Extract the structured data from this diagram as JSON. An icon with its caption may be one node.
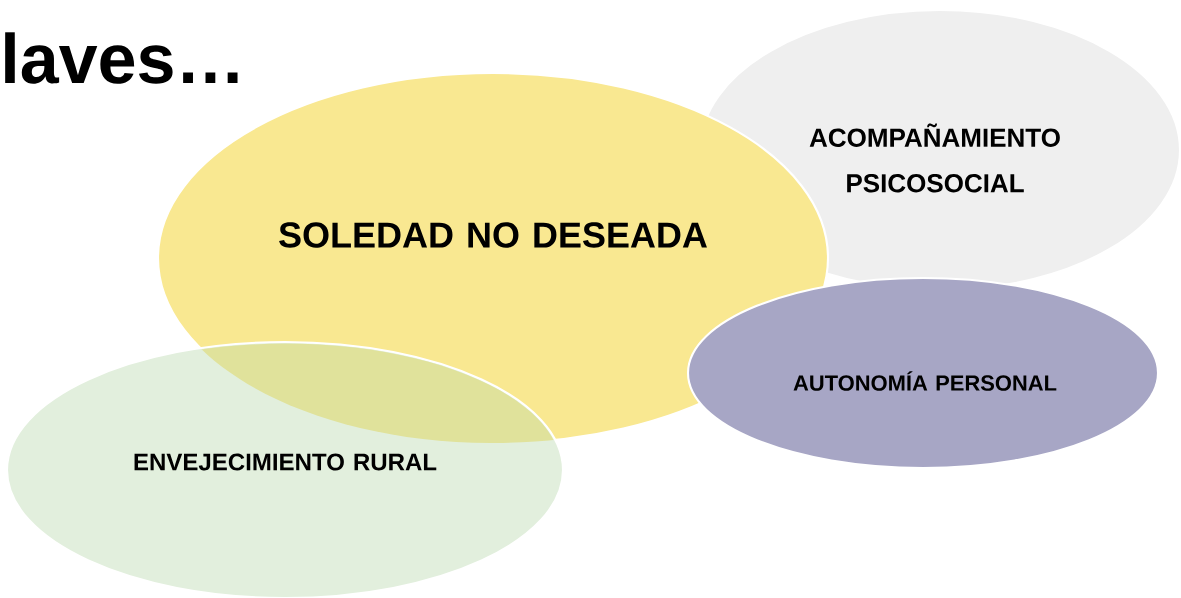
{
  "diagram": {
    "title": "laves…",
    "nodes": [
      {
        "text": [
          "ACOMPAÑAMIENTO PSICOSOCIAL"
        ]
      },
      {
        "text": [
          "SOLEDAD NO DESEADA"
        ]
      },
      {
        "text": [
          "AUTONOMÍA PERSONAL"
        ]
      },
      {
        "text": [
          "ENVEJECIMIENTO RURAL"
        ]
      }
    ]
  }
}
